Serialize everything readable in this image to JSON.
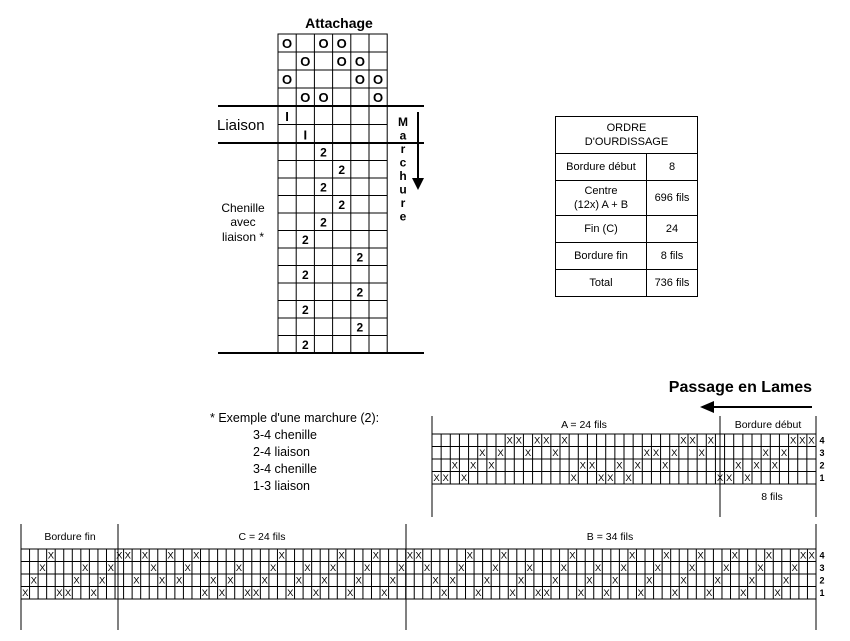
{
  "attachage_title": "Attachage",
  "liaison_label": "Liaison",
  "chenille_label": [
    "Chenille",
    "avec",
    "liaison *"
  ],
  "marchure_letters": [
    "M",
    "a",
    "r",
    "c",
    "h",
    "u",
    "r",
    "e"
  ],
  "tieup_symbol": "O",
  "liaison_symbol": "I",
  "treadle_symbol": "2",
  "threading_symbol": "X",
  "tieup_rows": [
    [
      1,
      0,
      1,
      1,
      0
    ],
    [
      0,
      1,
      0,
      1,
      1
    ],
    [
      1,
      0,
      0,
      0,
      1,
      1
    ],
    [
      0,
      1,
      1,
      0,
      0,
      1
    ]
  ],
  "liaison_marks": [
    [
      0,
      0
    ],
    [
      1,
      1
    ]
  ],
  "treadle_sequence": [
    3,
    4,
    3,
    4,
    3,
    2,
    5,
    2,
    5,
    2,
    5,
    2
  ],
  "warping_table": {
    "header": [
      "ORDRE",
      "D'OURDISSAGE"
    ],
    "rows": [
      {
        "label": [
          "Bordure début"
        ],
        "value": "8"
      },
      {
        "label": [
          "Centre",
          "(12x) A + B"
        ],
        "value": "696 fils"
      },
      {
        "label": [
          "Fin (C)"
        ],
        "value": "24"
      },
      {
        "label": [
          "Bordure fin"
        ],
        "value": "8 fils"
      },
      {
        "label": [
          "Total"
        ],
        "value": "736 fils"
      }
    ]
  },
  "passage_title": "Passage en Lames",
  "note": {
    "title": "* Exemple d'une marchure (2):",
    "lines": [
      "3-4 chenille",
      "2-4 liaison",
      "3-4 chenille",
      "1-3 liaison"
    ]
  },
  "top_threading": {
    "section_a_label": "A = 24 fils",
    "border_start_label": "Bordure début",
    "border_count_label": "8 fils",
    "shaft_labels": [
      "4",
      "3",
      "2",
      "1"
    ],
    "shafts": [
      1,
      1,
      2,
      1,
      2,
      3,
      2,
      3,
      4,
      4,
      3,
      4,
      4,
      3,
      4,
      1,
      2,
      2,
      1,
      1,
      2,
      1,
      2,
      3,
      3,
      2,
      3,
      4,
      4,
      3,
      4,
      1,
      1,
      2,
      1,
      2,
      3,
      2,
      3,
      4,
      4,
      4
    ]
  },
  "bottom_threading": {
    "border_end_label": "Bordure fin",
    "section_c_label": "C = 24 fils",
    "section_b_label": "B = 34 fils",
    "shaft_labels": [
      "4",
      "3",
      "2",
      "1"
    ],
    "shafts": [
      1,
      2,
      3,
      4,
      1,
      1,
      2,
      3,
      1,
      2,
      3,
      4,
      4,
      2,
      4,
      3,
      2,
      4,
      2,
      3,
      4,
      1,
      2,
      1,
      2,
      3,
      1,
      1,
      2,
      3,
      4,
      1,
      2,
      3,
      1,
      2,
      3,
      4,
      1,
      2,
      3,
      4,
      1,
      2,
      3,
      4,
      4,
      3,
      2,
      1,
      2,
      3,
      4,
      1,
      2,
      3,
      4,
      1,
      2,
      3,
      1,
      1,
      2,
      3,
      4,
      1,
      2,
      3,
      1,
      2,
      3,
      4,
      1,
      2,
      3,
      4,
      1,
      2,
      3,
      4,
      1,
      2,
      3,
      4,
      1,
      2,
      3,
      4,
      1,
      2,
      3,
      4,
      4
    ]
  }
}
